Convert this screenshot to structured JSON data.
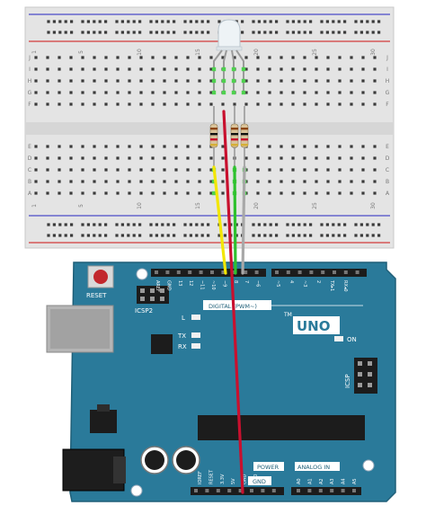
{
  "breadboard": {
    "column_numbers": [
      "1",
      "5",
      "10",
      "15",
      "20",
      "25",
      "30"
    ],
    "row_letters_top": [
      "J",
      "I",
      "H",
      "G",
      "F"
    ],
    "row_letters_bottom": [
      "E",
      "D",
      "C",
      "B",
      "A"
    ]
  },
  "arduino": {
    "reset_label": "RESET",
    "icsp2_label": "ICSP2",
    "icsp_label": "ICSP",
    "l_label": "L",
    "tx_label": "TX",
    "rx_label": "RX",
    "on_label": "ON",
    "uno_label": "UNO",
    "tm_label": "TM",
    "digital_label": "DIGITAL (PWM~)",
    "power_label": "POWER",
    "analog_label": "ANALOG IN",
    "digital_pins": [
      "AREF",
      "GND",
      "13",
      "12",
      "~11",
      "~10",
      "~9",
      "8",
      "7",
      "~6",
      "~5",
      "4",
      "~3",
      "2",
      "TX▸1",
      "RX◂0"
    ],
    "power_pins": [
      "IOREF",
      "RESET",
      "3.3V",
      "5V",
      "GND",
      "GND",
      "Vin"
    ],
    "analog_pins": [
      "A0",
      "A1",
      "A2",
      "A3",
      "A4",
      "A5"
    ],
    "gnd_label": "GND"
  },
  "wires": [
    {
      "name": "yellow-wire",
      "color": "#f2e600"
    },
    {
      "name": "red-wire",
      "color": "#c8102e"
    },
    {
      "name": "green-wire",
      "color": "#2ec12e"
    },
    {
      "name": "grey-wire",
      "color": "#a8a8a8"
    }
  ],
  "colors": {
    "board": "#2c7c9c",
    "board_edge": "#1f5f78",
    "breadboard": "#e6e6e6"
  }
}
